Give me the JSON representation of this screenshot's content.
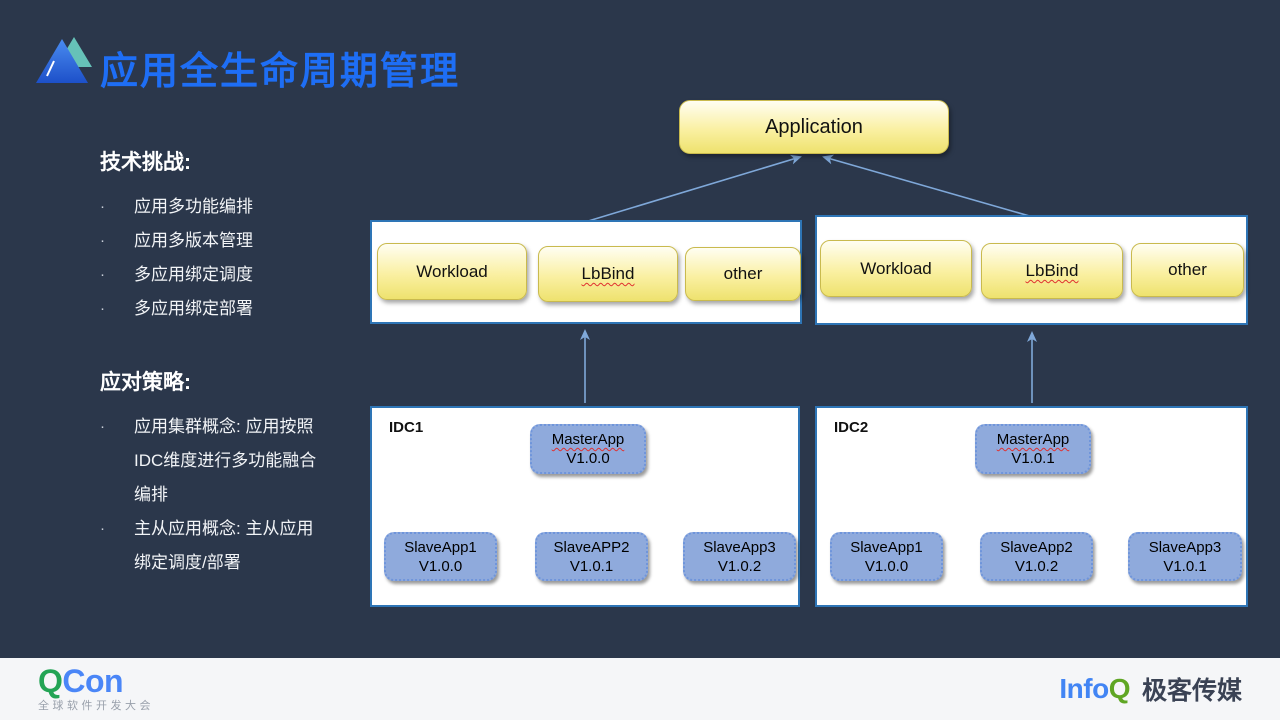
{
  "slide": {
    "title": "应用全生命周期管理",
    "sections": [
      {
        "heading": "技术挑战:",
        "items": [
          {
            "lines": [
              "应用多功能编排"
            ]
          },
          {
            "lines": [
              "应用多版本管理"
            ]
          },
          {
            "lines": [
              "多应用绑定调度"
            ]
          },
          {
            "lines": [
              "多应用绑定部署"
            ]
          }
        ]
      },
      {
        "heading": "应对策略:",
        "items": [
          {
            "lines": [
              "应用集群概念: 应用按照",
              "IDC维度进行多功能融合",
              "编排"
            ]
          },
          {
            "lines": [
              "主从应用概念: 主从应用",
              "绑定调度/部署"
            ]
          }
        ]
      }
    ]
  },
  "diagram": {
    "root_label": "Application",
    "groups": [
      {
        "items": [
          "Workload",
          "LbBind",
          "other"
        ]
      },
      {
        "items": [
          "Workload",
          "LbBind",
          "other"
        ]
      }
    ],
    "idcs": [
      {
        "label": "IDC1",
        "master": {
          "name": "MasterApp",
          "version": "V1.0.0"
        },
        "slaves": [
          {
            "name": "SlaveApp1",
            "version": "V1.0.0"
          },
          {
            "name": "SlaveAPP2",
            "version": "V1.0.1"
          },
          {
            "name": "SlaveApp3",
            "version": "V1.0.2"
          }
        ]
      },
      {
        "label": "IDC2",
        "master": {
          "name": "MasterApp",
          "version": "V1.0.1"
        },
        "slaves": [
          {
            "name": "SlaveApp1",
            "version": "V1.0.0"
          },
          {
            "name": "SlaveApp2",
            "version": "V1.0.2"
          },
          {
            "name": "SlaveApp3",
            "version": "V1.0.1"
          }
        ]
      }
    ]
  },
  "footer": {
    "qcon_q": "Q",
    "qcon_rest": "Con",
    "qcon_subtitle": "全球软件开发大会",
    "infoq_info": "Info",
    "infoq_q": "Q",
    "infoq_media": "极客传媒"
  },
  "colors": {
    "background": "#2B374B",
    "title_blue": "#1E6EF5",
    "node_yellow": "#F5E97E",
    "node_blue": "#8FAADC",
    "container_border": "#2E75B6",
    "arrow_blue": "#7FA8D9",
    "arrow_black": "#1A1A1A",
    "squiggle_red": "#E03030",
    "qcon_green": "#23A455",
    "qcon_blue": "#4A86F7",
    "infoq_blue": "#4285F4",
    "infoq_green": "#5FA624"
  }
}
